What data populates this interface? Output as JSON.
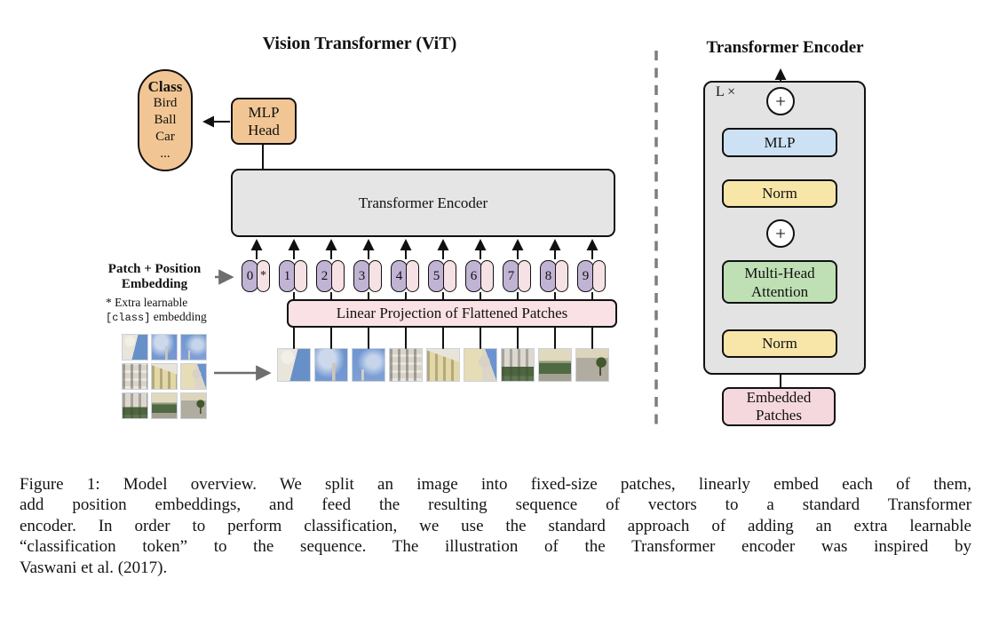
{
  "left_panel": {
    "title": "Vision Transformer (ViT)",
    "class_pill": {
      "header": "Class",
      "item1": "Bird",
      "item2": "Ball",
      "item3": "Car",
      "item4": "..."
    },
    "mlp_head": {
      "line1": "MLP",
      "line2": "Head"
    },
    "encoder_box_label": "Transformer Encoder",
    "patch_position_label": {
      "line1": "Patch + Position",
      "line2": "Embedding"
    },
    "footnote": {
      "prefix": "* Extra learnable",
      "code": "[class]",
      "suffix": "embedding"
    },
    "linear_projection_label": "Linear Projection of Flattened Patches",
    "tokens": [
      {
        "label": "0",
        "star": "*"
      },
      {
        "label": "1"
      },
      {
        "label": "2"
      },
      {
        "label": "3"
      },
      {
        "label": "4"
      },
      {
        "label": "5"
      },
      {
        "label": "6"
      },
      {
        "label": "7"
      },
      {
        "label": "8"
      },
      {
        "label": "9"
      }
    ]
  },
  "right_panel": {
    "title": "Transformer Encoder",
    "loop_label": "L ×",
    "plus_top": "+",
    "plus_bottom": "+",
    "mlp_label": "MLP",
    "norm_top_label": "Norm",
    "mha": {
      "line1": "Multi-Head",
      "line2": "Attention"
    },
    "norm_bottom_label": "Norm",
    "embedded_patches": {
      "line1": "Embedded",
      "line2": "Patches"
    }
  },
  "caption": {
    "line1": "Figure 1: Model overview. We split an image into fixed-size patches, linearly embed each of them,",
    "line2": "add position embeddings, and feed the resulting sequence of vectors to a standard Transformer",
    "line3": "encoder. In order to perform classification, we use the standard approach of adding an extra learnable",
    "line4": "“classification token” to the sequence. The illustration of the Transformer encoder was inspired by",
    "line5": "Vaswani et al. (2017)."
  },
  "colors": {
    "class_orange": "#F2C694",
    "token_purple": "#C0B3D4",
    "token_pink": "#F6E2E5",
    "projection_pink": "#F9E1E5",
    "embedded_pink": "#F5D8DD",
    "mlp_blue": "#CCE2F4",
    "norm_yellow": "#F7E6A8",
    "attention_green": "#BFE0B5",
    "encoder_gray": "#E5E5E5",
    "divider_gray": "#7D7D7D"
  }
}
